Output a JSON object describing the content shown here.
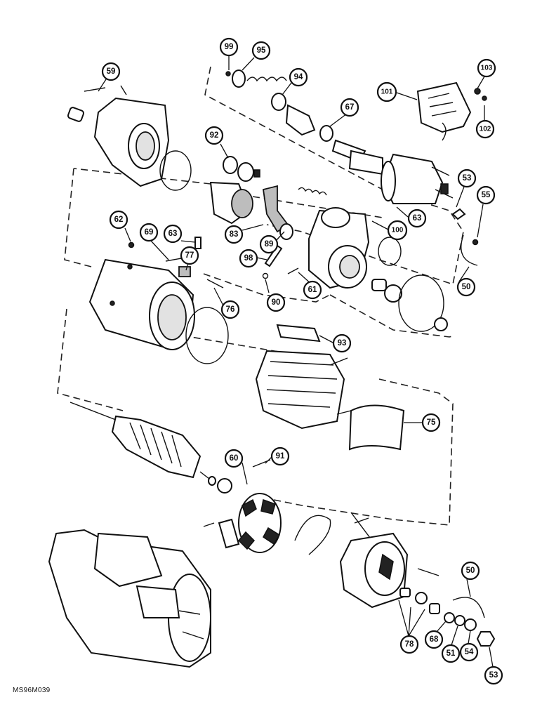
{
  "drawing": {
    "code": "MS96M039"
  },
  "callouts": [
    {
      "id": "c-99",
      "label": "99"
    },
    {
      "id": "c-95",
      "label": "95"
    },
    {
      "id": "c-59",
      "label": "59"
    },
    {
      "id": "c-94",
      "label": "94"
    },
    {
      "id": "c-103",
      "label": "103"
    },
    {
      "id": "c-101",
      "label": "101"
    },
    {
      "id": "c-67",
      "label": "67"
    },
    {
      "id": "c-102",
      "label": "102"
    },
    {
      "id": "c-92",
      "label": "92"
    },
    {
      "id": "c-53a",
      "label": "53"
    },
    {
      "id": "c-55",
      "label": "55"
    },
    {
      "id": "c-62",
      "label": "62"
    },
    {
      "id": "c-69",
      "label": "69"
    },
    {
      "id": "c-63a",
      "label": "63"
    },
    {
      "id": "c-63b",
      "label": "63"
    },
    {
      "id": "c-83",
      "label": "83"
    },
    {
      "id": "c-100",
      "label": "100"
    },
    {
      "id": "c-89",
      "label": "89"
    },
    {
      "id": "c-77",
      "label": "77"
    },
    {
      "id": "c-98",
      "label": "98"
    },
    {
      "id": "c-61",
      "label": "61"
    },
    {
      "id": "c-50a",
      "label": "50"
    },
    {
      "id": "c-76",
      "label": "76"
    },
    {
      "id": "c-90",
      "label": "90"
    },
    {
      "id": "c-93",
      "label": "93"
    },
    {
      "id": "c-75",
      "label": "75"
    },
    {
      "id": "c-60",
      "label": "60"
    },
    {
      "id": "c-91",
      "label": "91"
    },
    {
      "id": "c-50b",
      "label": "50"
    },
    {
      "id": "c-78",
      "label": "78"
    },
    {
      "id": "c-68",
      "label": "68"
    },
    {
      "id": "c-51",
      "label": "51"
    },
    {
      "id": "c-54",
      "label": "54"
    },
    {
      "id": "c-53b",
      "label": "53"
    }
  ]
}
